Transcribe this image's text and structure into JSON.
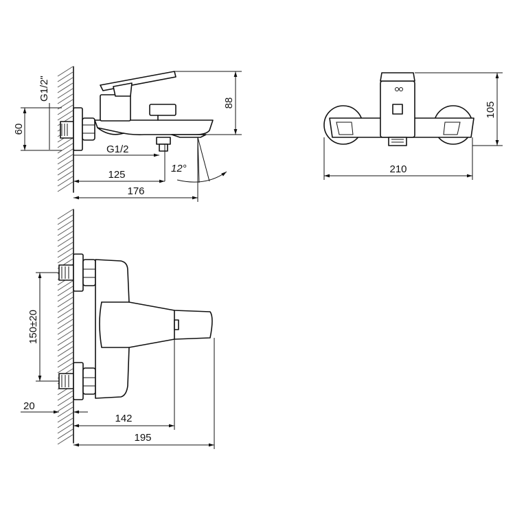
{
  "dimensions": {
    "side_view": {
      "thread_top": "G1/2\"",
      "height_60": "60",
      "height_88": "88",
      "outlet_thread": "G1/2",
      "angle": "12°",
      "len_125": "125",
      "len_176": "176"
    },
    "front_view": {
      "width_210": "210",
      "height_105": "105"
    },
    "top_view": {
      "spacing": "150±20",
      "offset_20": "20",
      "len_142": "142",
      "len_195": "195"
    }
  },
  "colors": {
    "line": "#111111",
    "background": "#ffffff"
  }
}
